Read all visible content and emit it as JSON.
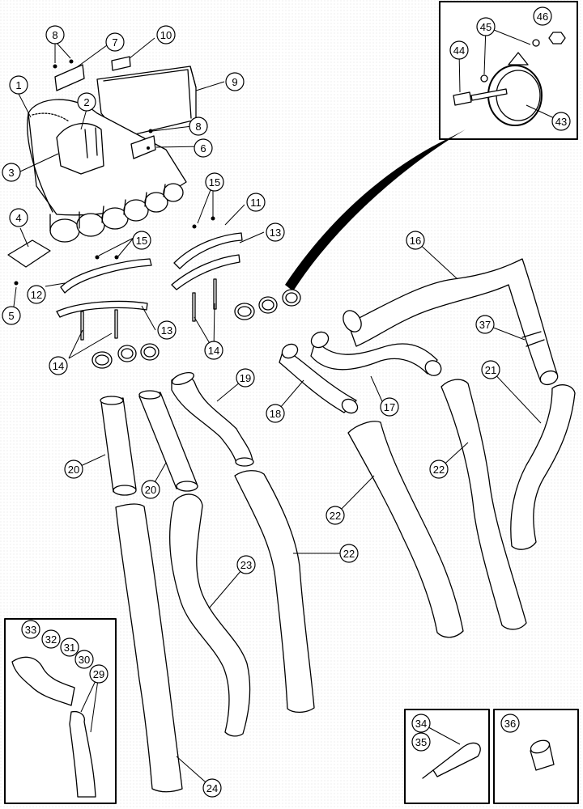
{
  "diagram": {
    "callouts": [
      {
        "id": "c1",
        "label": "1"
      },
      {
        "id": "c2",
        "label": "2"
      },
      {
        "id": "c3",
        "label": "3"
      },
      {
        "id": "c4",
        "label": "4"
      },
      {
        "id": "c5",
        "label": "5"
      },
      {
        "id": "c6",
        "label": "6"
      },
      {
        "id": "c7",
        "label": "7"
      },
      {
        "id": "c8a",
        "label": "8"
      },
      {
        "id": "c8b",
        "label": "8"
      },
      {
        "id": "c9",
        "label": "9"
      },
      {
        "id": "c10",
        "label": "10"
      },
      {
        "id": "c11",
        "label": "11"
      },
      {
        "id": "c12",
        "label": "12"
      },
      {
        "id": "c13a",
        "label": "13"
      },
      {
        "id": "c13b",
        "label": "13"
      },
      {
        "id": "c14a",
        "label": "14"
      },
      {
        "id": "c14b",
        "label": "14"
      },
      {
        "id": "c15a",
        "label": "15"
      },
      {
        "id": "c15b",
        "label": "15"
      },
      {
        "id": "c16",
        "label": "16"
      },
      {
        "id": "c17",
        "label": "17"
      },
      {
        "id": "c18",
        "label": "18"
      },
      {
        "id": "c19",
        "label": "19"
      },
      {
        "id": "c20a",
        "label": "20"
      },
      {
        "id": "c20b",
        "label": "20"
      },
      {
        "id": "c21",
        "label": "21"
      },
      {
        "id": "c22a",
        "label": "22"
      },
      {
        "id": "c22b",
        "label": "22"
      },
      {
        "id": "c22c",
        "label": "22"
      },
      {
        "id": "c23",
        "label": "23"
      },
      {
        "id": "c24",
        "label": "24"
      },
      {
        "id": "c29",
        "label": "29"
      },
      {
        "id": "c30",
        "label": "30"
      },
      {
        "id": "c31",
        "label": "31"
      },
      {
        "id": "c32",
        "label": "32"
      },
      {
        "id": "c33",
        "label": "33"
      },
      {
        "id": "c34",
        "label": "34"
      },
      {
        "id": "c35",
        "label": "35"
      },
      {
        "id": "c36",
        "label": "36"
      },
      {
        "id": "c37",
        "label": "37"
      },
      {
        "id": "c43",
        "label": "43"
      },
      {
        "id": "c44",
        "label": "44"
      },
      {
        "id": "c45",
        "label": "45"
      },
      {
        "id": "c46",
        "label": "46"
      }
    ]
  }
}
